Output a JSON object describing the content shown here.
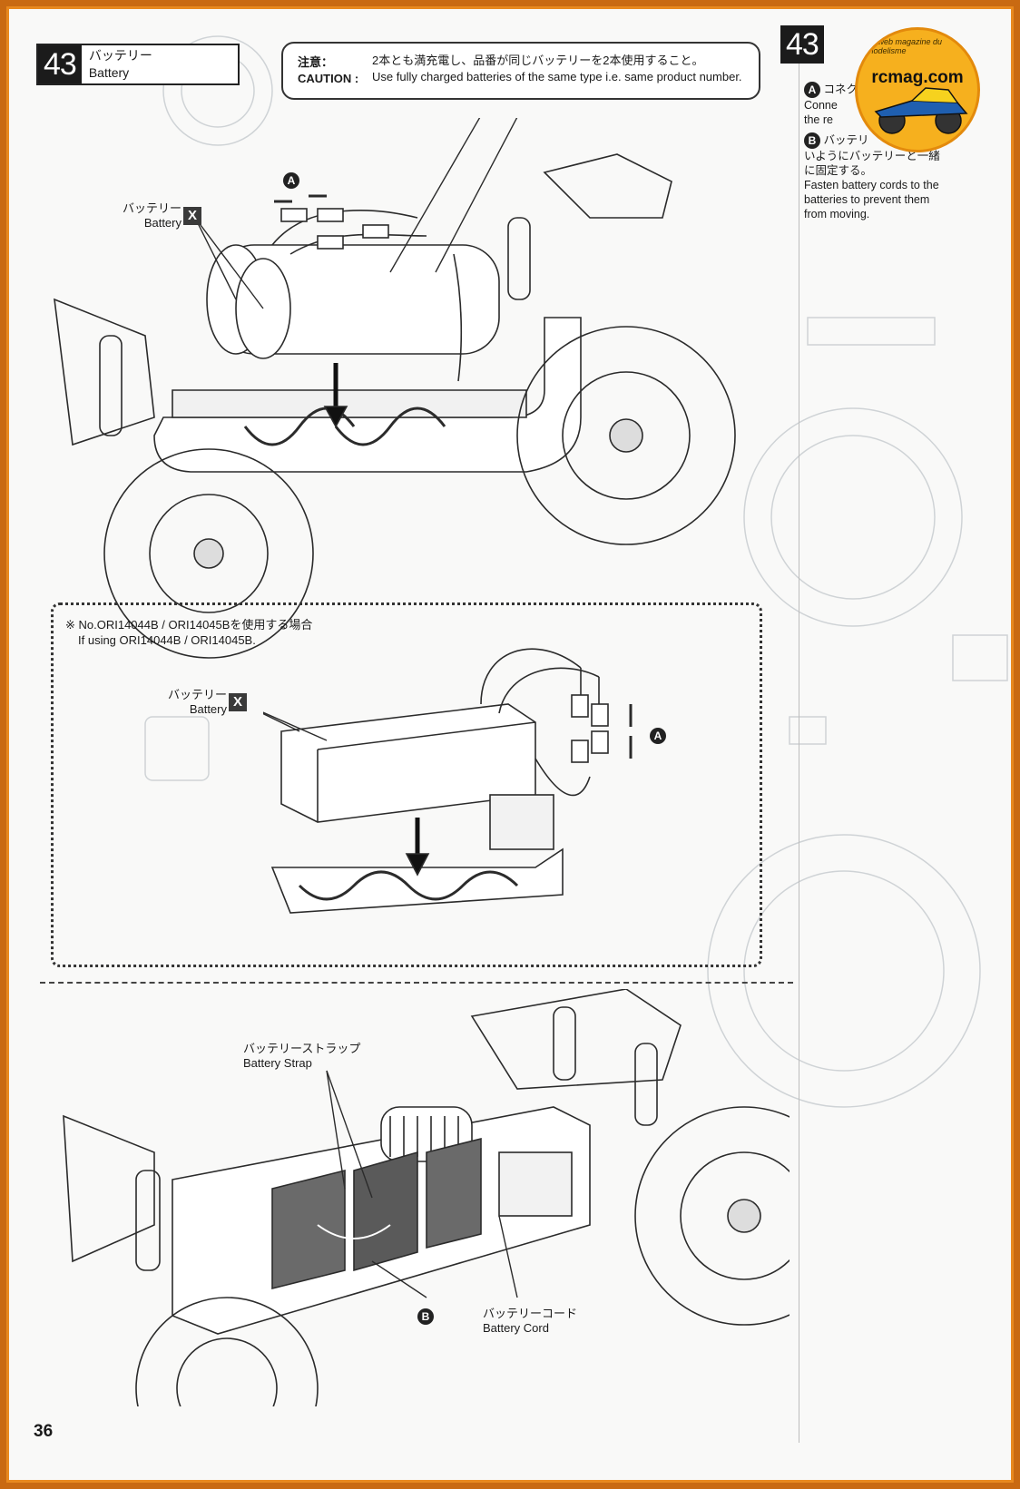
{
  "page_number": "36",
  "step_main": {
    "number": "43",
    "title_jp": "バッテリー",
    "title_en": "Battery"
  },
  "step_side": {
    "number": "43"
  },
  "caution": {
    "label_jp": "注意：",
    "label_en": "CAUTION :",
    "text_jp": "2本とも満充電し、品番が同じバッテリーを2本使用すること。",
    "text_en": "Use fully charged batteries of the same type i.e. same product number."
  },
  "side_notes": {
    "a_jp": "コネク",
    "a_en_1": "Conne",
    "a_en_2": "the re",
    "b_jp_1": "バッテリ",
    "b_jp_2": "いようにバッテリーと一緒",
    "b_jp_3": "に固定する。",
    "b_en_1": "Fasten battery cords to the",
    "b_en_2": "batteries to prevent them",
    "b_en_3": "from moving."
  },
  "markers": {
    "a": "A",
    "b": "B",
    "x": "X"
  },
  "labels": {
    "battery_jp": "バッテリー",
    "battery_en": "Battery",
    "strap_jp": "バッテリーストラップ",
    "strap_en": "Battery Strap",
    "cord_jp": "バッテリーコード",
    "cord_en": "Battery Cord"
  },
  "alt_note": {
    "line_jp": "※ No.ORI14044B / ORI14045Bを使用する場合",
    "line_en": "If using ORI14044B / ORI14045B."
  },
  "watermark": {
    "brand": "rcmag.com",
    "ring": "Le web magazine du modelisme"
  }
}
